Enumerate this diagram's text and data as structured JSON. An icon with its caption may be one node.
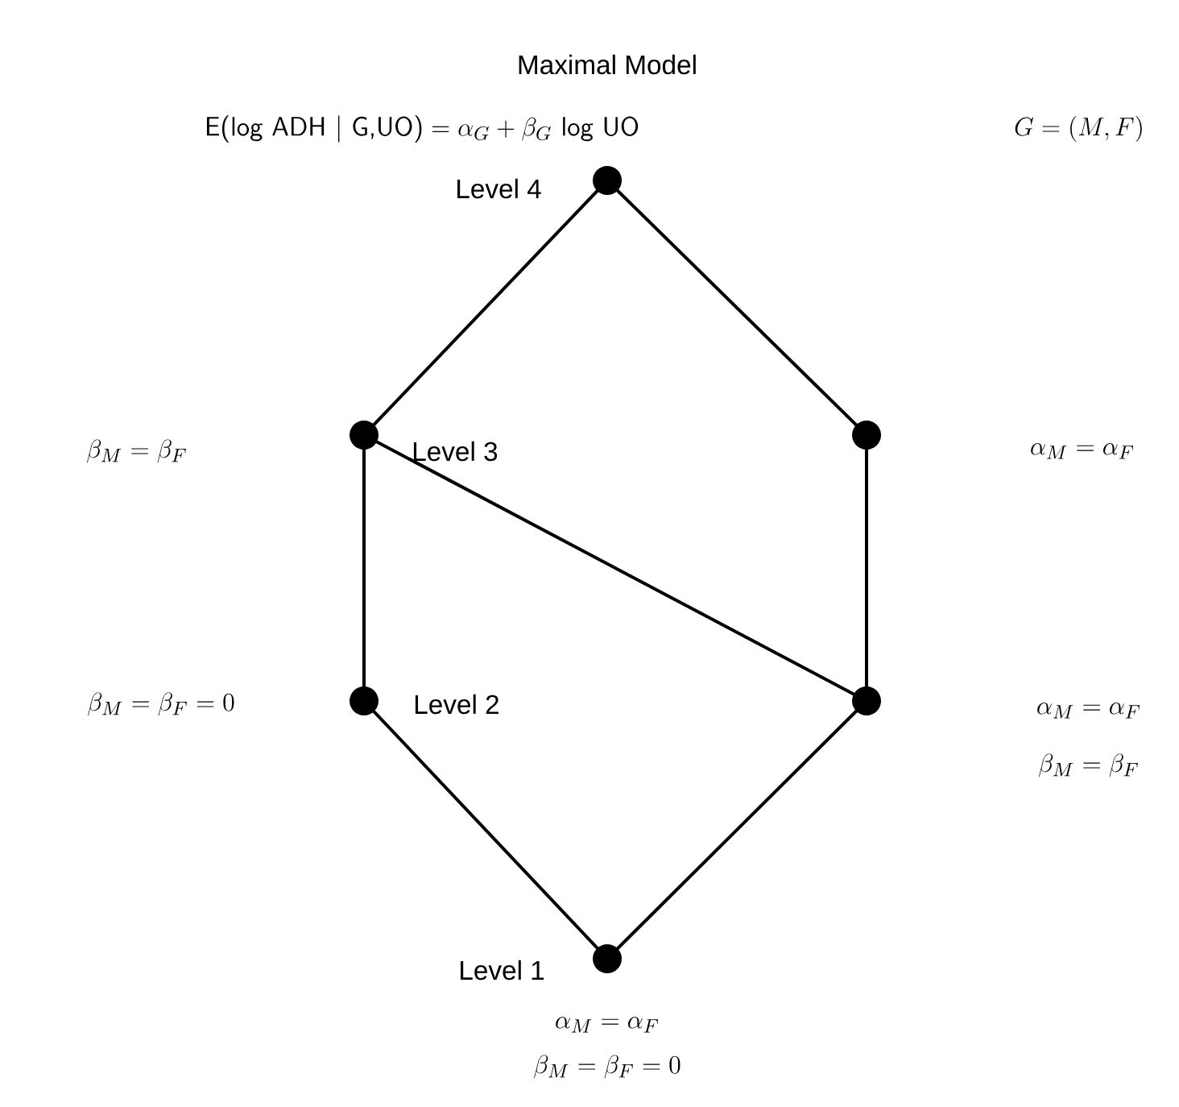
{
  "diagram": {
    "title": "Maximal Model",
    "nodes": [
      {
        "text": [],
        "shape": "circle",
        "beside": [
          "Level 4"
        ]
      },
      {
        "text": [],
        "shape": "circle",
        "beside": [
          "Level 3"
        ]
      },
      {
        "text": [],
        "shape": "circle"
      },
      {
        "text": [],
        "shape": "circle",
        "beside": [
          "Level 2"
        ]
      },
      {
        "text": [],
        "shape": "circle",
        "beside": [
          "\\alpha_M = \\alpha_F",
          "\\beta_M = \\beta_F"
        ]
      },
      {
        "text": [],
        "shape": "circle",
        "beside": [
          "Level 1",
          "\\alpha_M = \\alpha_F",
          "\\beta_M = \\beta_F = 0"
        ]
      }
    ],
    "edges": [
      {
        "from": 0,
        "to": 1,
        "arrow": "none"
      },
      {
        "from": 0,
        "to": 2,
        "arrow": "none"
      },
      {
        "from": 1,
        "to": 3,
        "arrow": "none"
      },
      {
        "from": 1,
        "to": 4,
        "arrow": "none"
      },
      {
        "from": 2,
        "to": 4,
        "arrow": "none"
      },
      {
        "from": 3,
        "to": 5,
        "arrow": "none"
      },
      {
        "from": 4,
        "to": 5,
        "arrow": "none"
      }
    ],
    "labels": [
      "\\textsf{E(log ADH | G,UO)} = \\alpha_G + \\beta_G \\textsf{ log UO}",
      "G = (M, F)",
      "\\beta_M = \\beta_F",
      "\\alpha_M = \\alpha_F",
      "\\beta_M = \\beta_F = 0"
    ]
  }
}
